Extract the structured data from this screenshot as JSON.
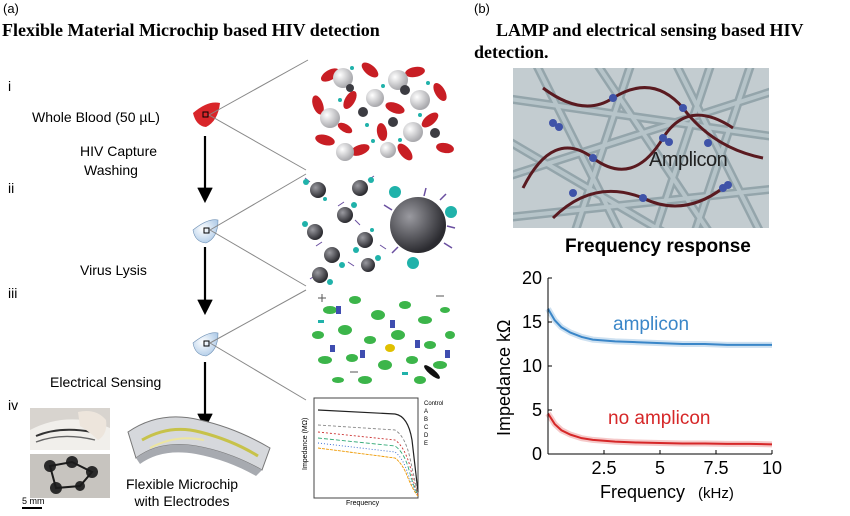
{
  "panel_a": {
    "letter": "(a)",
    "title": "Flexible Material Microchip based HIV detection",
    "roman": [
      "i",
      "ii",
      "iii",
      "iv"
    ],
    "steps": {
      "blood": "Whole Blood (50 µL)",
      "capture_1": "HIV Capture",
      "capture_2": "Washing",
      "lysis": "Virus Lysis",
      "sensing": "Electrical Sensing"
    },
    "scale_bar": "5 mm",
    "chip_label_1": "Flexible Microchip",
    "chip_label_2": "with Electrodes",
    "mini_chart": {
      "ylabel": "Impedance (MΩ)",
      "xlabel": "Frequency",
      "legend": [
        "Control",
        "A",
        "B",
        "C",
        "D",
        "E"
      ]
    }
  },
  "panel_b": {
    "letter": "(b)",
    "title_1": "LAMP and electrical sensing based HIV",
    "title_2": "detection.",
    "network_label": "Amplicon"
  },
  "chart_data": {
    "type": "line",
    "title": "Frequency response",
    "xlabel": "Frequency",
    "xlabel_unit": "(kHz)",
    "ylabel": "Impedance kΩ",
    "xlim": [
      0,
      10
    ],
    "ylim": [
      0,
      20
    ],
    "x_ticks": [
      "2.5",
      "5",
      "7.5",
      "10"
    ],
    "y_ticks": [
      "0",
      "5",
      "10",
      "15",
      "20"
    ],
    "series": [
      {
        "name": "amplicon",
        "color": "#3a86c8",
        "x": [
          0,
          0.3,
          0.6,
          1,
          1.5,
          2,
          3,
          4,
          5,
          6,
          7,
          8,
          9,
          10
        ],
        "y": [
          16.5,
          15.2,
          14.4,
          13.8,
          13.3,
          13.0,
          12.8,
          12.7,
          12.6,
          12.5,
          12.5,
          12.4,
          12.4,
          12.4
        ]
      },
      {
        "name": "no amplicon",
        "color": "#d62728",
        "x": [
          0,
          0.3,
          0.6,
          1,
          1.5,
          2,
          3,
          4,
          5,
          6,
          7,
          8,
          9,
          10
        ],
        "y": [
          4.6,
          3.4,
          2.7,
          2.2,
          1.8,
          1.6,
          1.4,
          1.3,
          1.25,
          1.2,
          1.2,
          1.15,
          1.15,
          1.1
        ]
      }
    ]
  },
  "colors": {
    "blood": "#d9262a",
    "amplicon": "#3a86c8",
    "no_amplicon": "#d62728"
  }
}
